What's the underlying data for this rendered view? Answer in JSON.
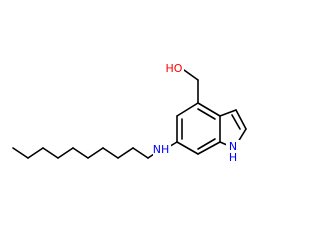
{
  "molecule": {
    "atoms": {
      "oh": "HO",
      "nh_ring": "N",
      "nh_ring_h": "H",
      "nh_chain": "NH"
    },
    "colors": {
      "bond": "#000000",
      "oxygen": "#ff0000",
      "nitrogen": "#0000ff"
    }
  }
}
